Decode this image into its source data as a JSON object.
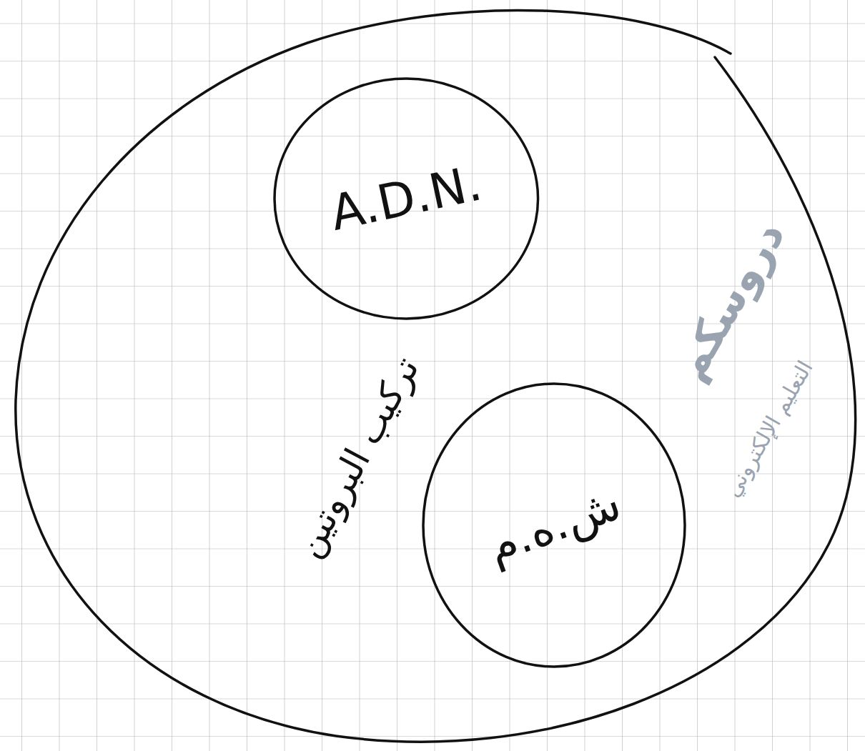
{
  "diagram": {
    "nodes": [
      {
        "text": [
          "A.D.N."
        ]
      },
      {
        "text": [
          "ش.ه.م",
          "تركيب البروتين"
        ]
      }
    ],
    "labels": [
      "دروسكم",
      "التعليم الإلكتروني"
    ]
  }
}
